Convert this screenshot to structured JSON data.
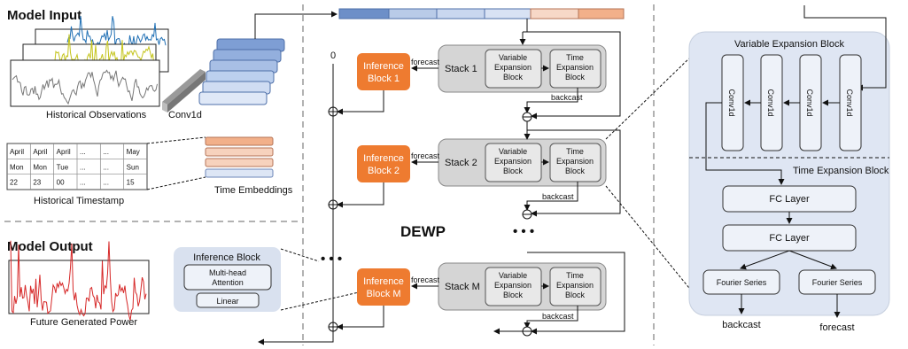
{
  "left": {
    "model_input_title": "Model Input",
    "historical_observations": "Historical Observations",
    "conv1d": "Conv1d",
    "time_embeddings": "Time Embeddings",
    "historical_timestamp": "Historical Timestamp",
    "timestamp_rows": [
      [
        "April",
        "April",
        "April",
        "...",
        "...",
        "May"
      ],
      [
        "Mon",
        "Mon",
        "Tue",
        "...",
        "...",
        "Sun"
      ],
      [
        "22",
        "23",
        "00",
        "...",
        "...",
        "15"
      ]
    ],
    "model_output_title": "Model Output",
    "future_generated_power": "Future Generated Power"
  },
  "inference_legend": {
    "title": "Inference Block",
    "multihead_line1": "Multi-head",
    "multihead_line2": "Attention",
    "linear": "Linear"
  },
  "center": {
    "zero": "0",
    "dewp": "DEWP",
    "ellipsis": "• • •",
    "forecast": "forecast",
    "backcast": "backcast",
    "inference_line1": "Inference",
    "block1_line2": "Block 1",
    "block2_line2": "Block 2",
    "blockM_line2": "Block M",
    "stack1": "Stack 1",
    "stack2": "Stack 2",
    "stackM": "Stack M",
    "var_line1": "Variable",
    "var_line2": "Expansion",
    "var_line3": "Block",
    "time_line1": "Time",
    "time_line2": "Expansion",
    "time_line3": "Block"
  },
  "right": {
    "variable_expansion_block": "Variable Expansion Block",
    "conv1d": "Conv1d",
    "time_expansion_block": "Time Expansion Block",
    "fc_layer": "FC Layer",
    "fourier_series": "Fourier Series",
    "backcast": "backcast",
    "forecast": "forecast"
  },
  "colors": {
    "orange": "#ee7b30",
    "stack_gray": "#d5d5d5",
    "panel_blue": "#dfe6f3",
    "embed_blue": "#b9cbe8",
    "embed_dark": "#6d8fc8",
    "embed_salmon": "#f2b08a",
    "series_blue": "#1f6fb4",
    "series_yellow": "#c4c41a",
    "series_gray": "#777777",
    "series_red": "#d62828"
  }
}
